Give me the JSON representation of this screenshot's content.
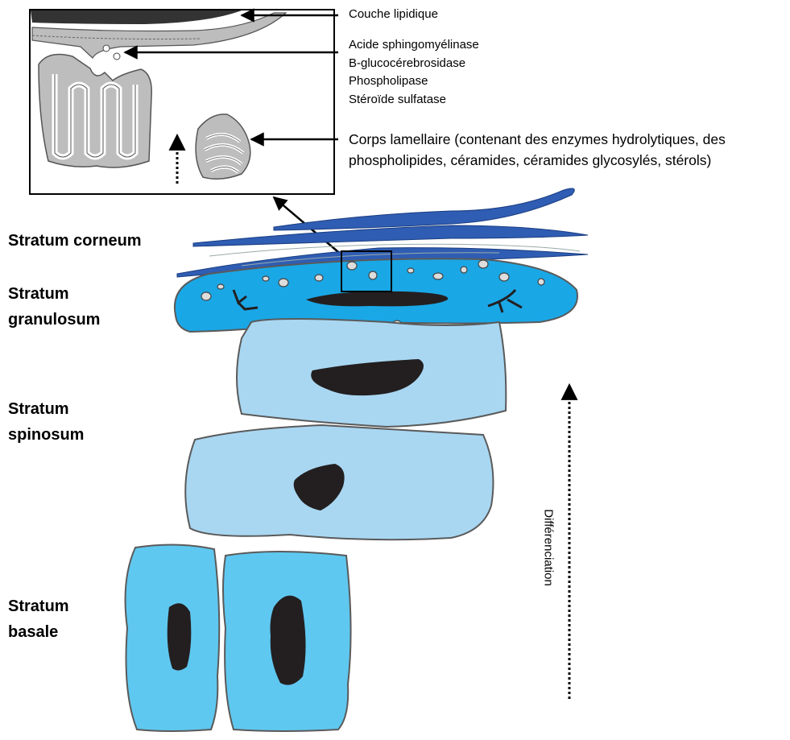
{
  "annotations": {
    "lipid_layer": "Couche lipidique",
    "enzymes": [
      "Acide sphingomyélinase",
      "B-glucocérebrosidase",
      "Phospholipase",
      "Stéroïde sulfatase"
    ],
    "lamellar_body": [
      "Corps lamellaire (contenant des enzymes hydrolytiques, des",
      "phospholipides, céramides, céramides glycosylés, stérols)"
    ]
  },
  "layers": {
    "corneum": [
      "Stratum corneum"
    ],
    "granulosum": [
      "Stratum",
      "granulosum"
    ],
    "spinosum": [
      "Stratum",
      "spinosum"
    ],
    "basale": [
      "Stratum",
      "basale"
    ]
  },
  "differentiation_label": "Différenciation",
  "colors": {
    "corneum_blue": "#2f5db3",
    "granulosum_blue": "#1aa7e6",
    "spinosum_blue": "#a9d7f2",
    "basale_blue": "#5fc8f0",
    "nucleus": "#231f20",
    "outline": "#5a5a5a"
  }
}
